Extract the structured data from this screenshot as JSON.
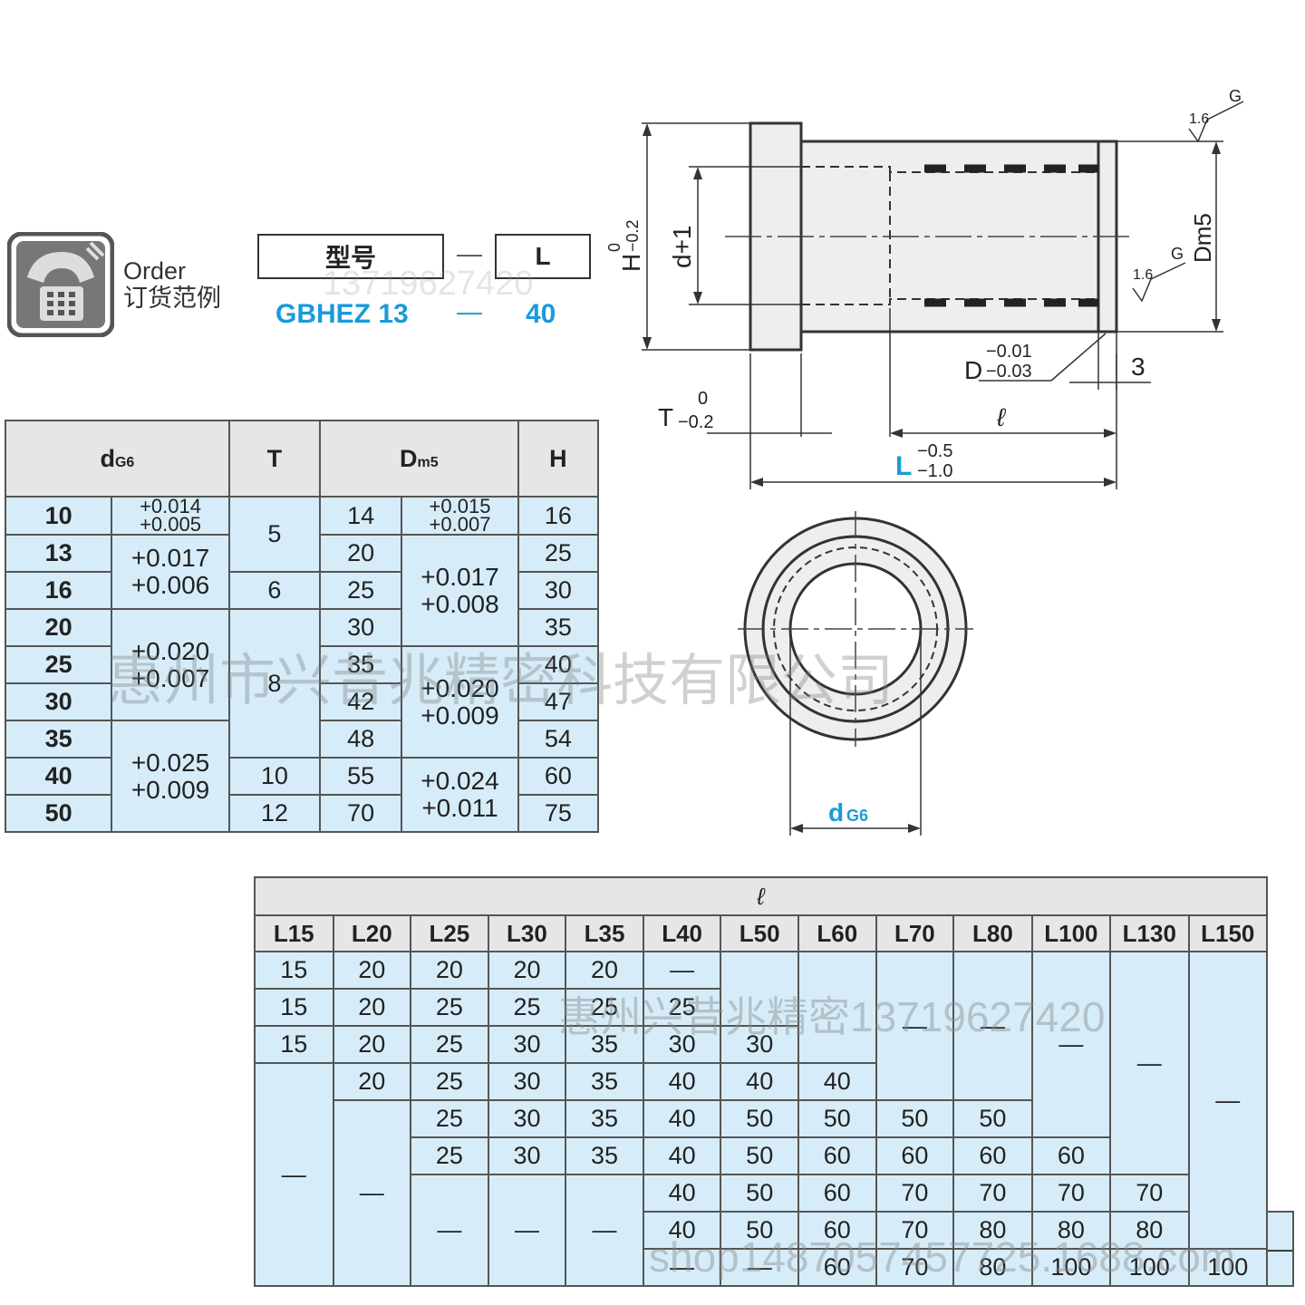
{
  "order": {
    "label_en": "Order",
    "label_cn": "订货范例",
    "model_header": "型号",
    "l_header": "L",
    "dash": "—",
    "model_value": "GBHEZ 13",
    "l_value": "40"
  },
  "drawing": {
    "H_label": "H",
    "H_tol_upper": "0",
    "H_tol_lower": "−0.2",
    "d_label": "d+1",
    "Dm5_label": "Dm5",
    "D_label": "D",
    "D_tol_upper": "−0.01",
    "D_tol_lower": "−0.03",
    "T_label": "T",
    "T_tol_upper": "0",
    "T_tol_lower": "−0.2",
    "l_label": "ℓ",
    "L_label": "L",
    "L_tol_upper": "−0.5",
    "L_tol_lower": "−1.0",
    "three": "3",
    "rough1": "1.6",
    "rough2": "1.6",
    "G1": "G",
    "G2": "G",
    "dG6_label": "d",
    "dG6_sub": "G6",
    "colors": {
      "accent": "#1a9ad8",
      "cell": "#d6edf9",
      "header": "#e6e6e6"
    }
  },
  "table1": {
    "headers": {
      "d": "d",
      "d_sub": "G6",
      "T": "T",
      "D": "D",
      "D_sub": "m5",
      "H": "H"
    },
    "d": [
      "10",
      "13",
      "16",
      "20",
      "25",
      "30",
      "35",
      "40",
      "50"
    ],
    "d_tol": [
      {
        "upper": "+0.014",
        "lower": "+0.005"
      },
      {
        "upper": "+0.017",
        "lower": "+0.006"
      },
      {
        "upper": "+0.020",
        "lower": "+0.007"
      },
      {
        "upper": "+0.025",
        "lower": "+0.009"
      }
    ],
    "T": [
      "5",
      "6",
      "8",
      "10",
      "12"
    ],
    "D": [
      "14",
      "20",
      "25",
      "30",
      "35",
      "42",
      "48",
      "55",
      "70"
    ],
    "D_tol": [
      {
        "upper": "+0.015",
        "lower": "+0.007"
      },
      {
        "upper": "+0.017",
        "lower": "+0.008"
      },
      {
        "upper": "+0.020",
        "lower": "+0.009"
      },
      {
        "upper": "+0.024",
        "lower": "+0.011"
      }
    ],
    "H": [
      "16",
      "25",
      "30",
      "35",
      "40",
      "47",
      "54",
      "60",
      "75"
    ]
  },
  "table2": {
    "title": "ℓ",
    "headers": [
      "L15",
      "L20",
      "L25",
      "L30",
      "L35",
      "L40",
      "L50",
      "L60",
      "L70",
      "L80",
      "L100",
      "L130",
      "L150"
    ],
    "dash": "—",
    "row0": [
      "15",
      "20",
      "20",
      "20",
      "20",
      "—"
    ],
    "row1": [
      "15",
      "20",
      "25",
      "25",
      "25",
      "25"
    ],
    "row2": [
      "15",
      "20",
      "25",
      "30",
      "35",
      "30",
      "30"
    ],
    "row3": [
      "20",
      "25",
      "30",
      "35",
      "40",
      "40",
      "40"
    ],
    "row4": [
      "25",
      "30",
      "35",
      "40",
      "50",
      "50",
      "50",
      "50"
    ],
    "row5": [
      "25",
      "30",
      "35",
      "40",
      "50",
      "60",
      "60",
      "60",
      "60"
    ],
    "row6": [
      "40",
      "50",
      "60",
      "70",
      "70",
      "70",
      "70"
    ],
    "row7": [
      "40",
      "50",
      "60",
      "70",
      "80",
      "80",
      "80"
    ],
    "row8": [
      "—",
      "—",
      "60",
      "70",
      "80",
      "100",
      "100",
      "100"
    ]
  },
  "watermarks": {
    "company": "惠州市兴昔兆精密科技有限公司",
    "phone": "惠州兴昔兆精密13719627420",
    "shop": "shop1487057457725.1688.com",
    "phone_small": "13719627420"
  }
}
